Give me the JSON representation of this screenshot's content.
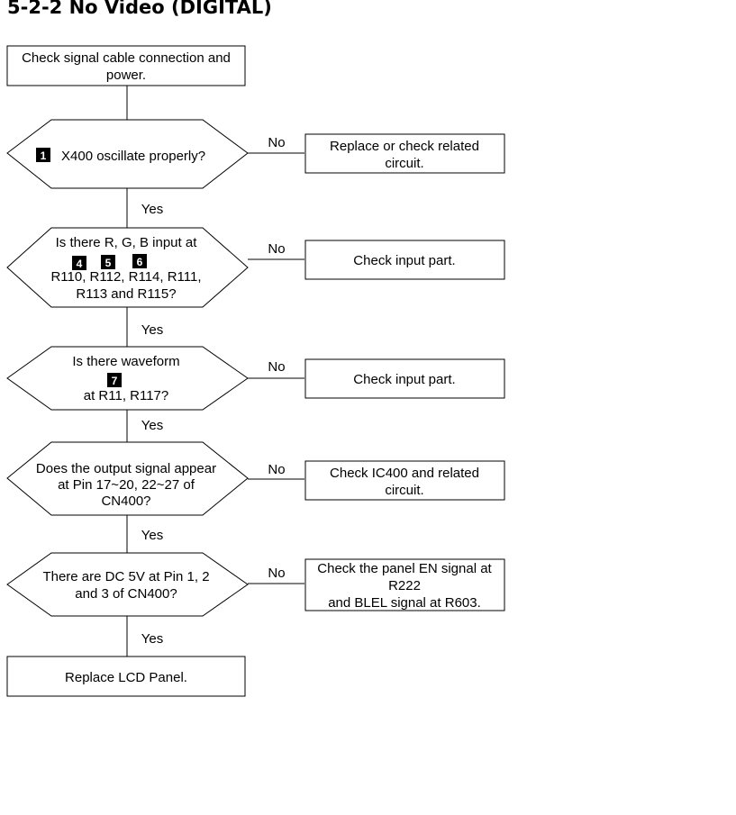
{
  "title": "5-2-2 No Video (DIGITAL)",
  "nodes": {
    "start": [
      "Check signal cable connection and",
      "power."
    ],
    "d1": [
      "X400 oscillate properly?"
    ],
    "d1_no": [
      "Replace or check related",
      "circuit."
    ],
    "d2": [
      "Is there R, G, B input at",
      "R110, R112, R114, R111,",
      "R113 and R115?"
    ],
    "d2_no": [
      "Check input part."
    ],
    "d3": [
      "Is there waveform",
      "at R11, R117?"
    ],
    "d3_no": [
      "Check input part."
    ],
    "d4": [
      "Does the output signal appear",
      "at Pin 17~20, 22~27 of",
      "CN400?"
    ],
    "d4_no": [
      "Check IC400 and related",
      "circuit."
    ],
    "d5": [
      "There are DC 5V at Pin 1, 2",
      "and 3 of CN400?"
    ],
    "d5_no": [
      "Check the panel EN signal at",
      "R222",
      "and BLEL signal at R603."
    ],
    "end": [
      "Replace LCD Panel."
    ]
  },
  "badges": {
    "b1": "1",
    "b4": "4",
    "b5": "5",
    "b6": "6",
    "b7": "7"
  },
  "labels": {
    "yes": "Yes",
    "no": "No"
  }
}
